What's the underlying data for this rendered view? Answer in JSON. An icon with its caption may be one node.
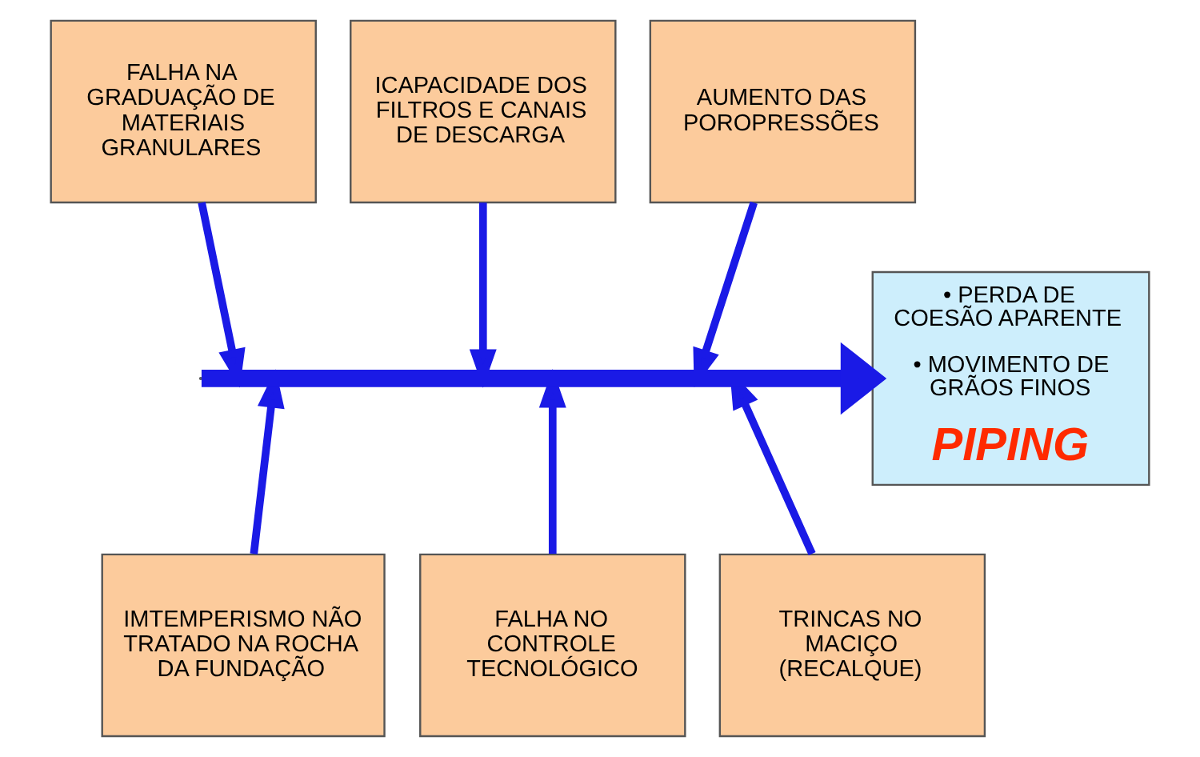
{
  "diagram": {
    "nodes": [
      {
        "text": [
          "FALHA NA GRADUAÇÃO DE MATERIAIS GRANULARES"
        ]
      },
      {
        "text": [
          "ICAPACIDADE DOS FILTROS E CANAIS DE DESCARGA"
        ]
      },
      {
        "text": [
          "AUMENTO DAS POROPRESSÕES"
        ]
      },
      {
        "text": [
          "IMTEMPERISMO NÃO TRATADO NA ROCHA DA FUNDAÇÃO"
        ]
      },
      {
        "text": [
          "FALHA NO CONTROLE TECNOLÓGICO"
        ]
      },
      {
        "text": [
          "TRINCAS NO MACIÇO (RECALQUE)"
        ]
      },
      {
        "text": [
          "• PERDA DE COESÃO APARENTE",
          "• MOVIMENTO DE GRÃOS FINOS",
          "PIPING"
        ]
      }
    ],
    "edges": [
      {
        "from": 0,
        "to": null,
        "arrow": "to"
      },
      {
        "from": 1,
        "to": null,
        "arrow": "to"
      },
      {
        "from": 2,
        "to": null,
        "arrow": "to"
      },
      {
        "from": 3,
        "to": null,
        "arrow": "to"
      },
      {
        "from": 4,
        "to": null,
        "arrow": "to"
      },
      {
        "from": 5,
        "to": null,
        "arrow": "to"
      },
      {
        "from": null,
        "to": 6,
        "arrow": "to",
        "style": "thick"
      }
    ]
  }
}
